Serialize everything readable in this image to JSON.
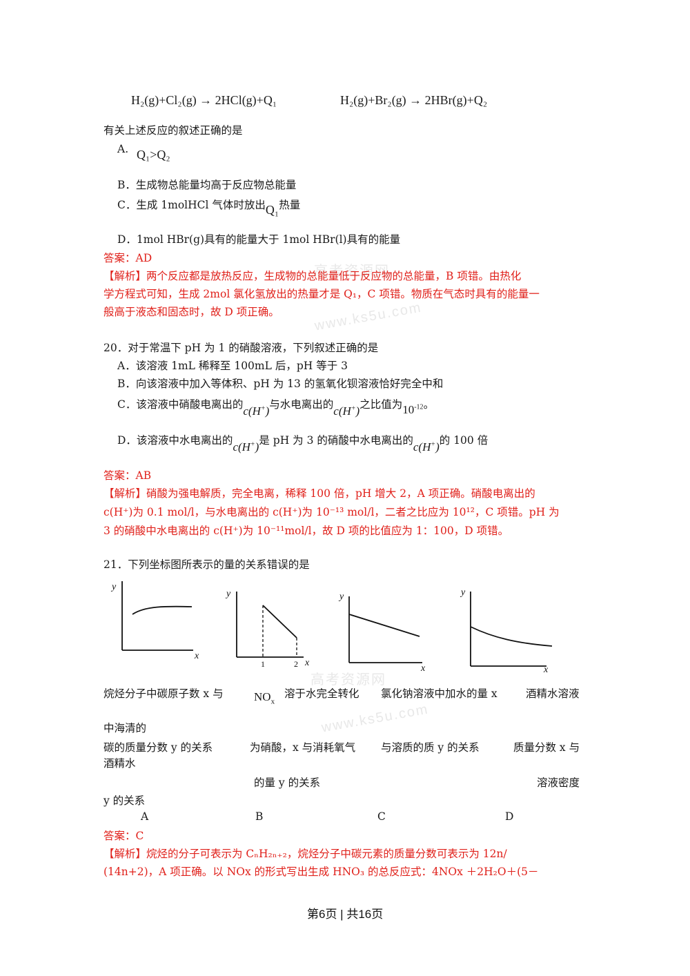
{
  "equations": {
    "eq1": "H₂(g)+Cl₂(g) → 2HCl(g)+Q₁",
    "eq2": "H₂(g)+Br₂(g) → 2HBr(g)+Q₂"
  },
  "q19": {
    "stem": "有关上述反应的叙述正确的是",
    "optA_label": "A.",
    "optA_math": "Q₁>Q₂",
    "optB": "B．生成物总能量均高于反应物总能量",
    "optC_pre": "C．生成 1molHCl 气体时放出",
    "optC_math": "Q₁",
    "optC_post": "热量",
    "optD": "D．1mol HBr(g)具有的能量大于 1mol HBr(l)具有的能量",
    "answer": "答案：AD",
    "analysis": [
      "【解析】两个反应都是放热反应，生成物的总能量低于反应物的总能量，B 项错。由热化",
      "学方程式可知，生成 2mol 氯化氢放出的热量才是 Q₁，C 项错。物质在气态时具有的能量一",
      "般高于液态和固态时，故 D 项正确。"
    ]
  },
  "q20": {
    "stem": "20．对于常温下 pH 为 1 的硝酸溶液，下列叙述正确的是",
    "optA": "A．该溶液 1mL 稀释至 100mL 后，pH 等于 3",
    "optB": "B．向该溶液中加入等体积、pH 为 13 的氢氧化钡溶液恰好完全中和",
    "optC_pre": "C．该溶液中硝酸电离出的",
    "optC_mid": "与水电离出的",
    "optC_post": "之比值为",
    "optC_val": "10",
    "optC_exp": "-12",
    "optC_end": "。",
    "optD_pre": "D．该溶液中水电离出的",
    "optD_post": "是 pH 为 3 的硝酸中水电离出的",
    "optD_end": "的 100 倍",
    "cH_italic": "c(H",
    "cH_plus": "+",
    "cH_close": ")",
    "cH_roman_pre": "c(H",
    "answer": "答案：AB",
    "analysis": [
      "【解析】硝酸为强电解质，完全电离，稀释 100 倍，pH 增大 2，A 项正确。硝酸电离出的",
      "c(H⁺)为 0.1 mol/l，与水电离出的 c(H⁺)为 10⁻¹³ mol/l，二者之比应为 10¹²，C 项错。pH 为",
      "3 的硝酸中水电离出的 c(H⁺)为 10⁻¹¹mol/l，故 D 项的比值应为 1：100，D 项错。"
    ]
  },
  "q21": {
    "stem": "21．下列坐标图所表示的量的关系错误的是",
    "axis_y": "y",
    "axis_x": "x",
    "tick_1": "1",
    "tick_2": "2",
    "cap_row1_a": "烷烃分子中碳原子数 x 与",
    "cap_row1_nox": "NO",
    "cap_row1_nox_sub": "x",
    "cap_row1_b": "溶于水完全转化",
    "cap_row1_c": "氯化钠溶液中加水的量 x",
    "cap_row1_d": "酒精水溶液",
    "cap_row2": "中海清的",
    "cap_row3_a": "碳的质量分数 y 的关系",
    "cap_row3_b": "为硝酸，x 与消耗氧气",
    "cap_row3_c": "与溶质的质 y 的关系",
    "cap_row3_d": "质量分数 x 与",
    "cap_row4": "酒精水",
    "cap_row5_b": "的量 y 的关系",
    "cap_row5_d": "溶液密度",
    "cap_row6": "y 的关系",
    "labels": [
      "A",
      "B",
      "C",
      "D"
    ],
    "answer": "答案：C",
    "analysis": [
      "【解析】烷烃的分子可表示为 CₙH₂ₙ₊₂，烷烃分子中碳元素的质量分数可表示为 12n/",
      "(14n+2)，A 项正确。以 NOx 的形式写出生成 HNO₃ 的总反应式：4NOx ＋2H₂O＋(5－"
    ]
  },
  "watermarks": [
    "高考资源网",
    "www.ks5u.com",
    "高考资源网",
    "www.ks5u.com"
  ],
  "footer": "第6页 | 共16页"
}
